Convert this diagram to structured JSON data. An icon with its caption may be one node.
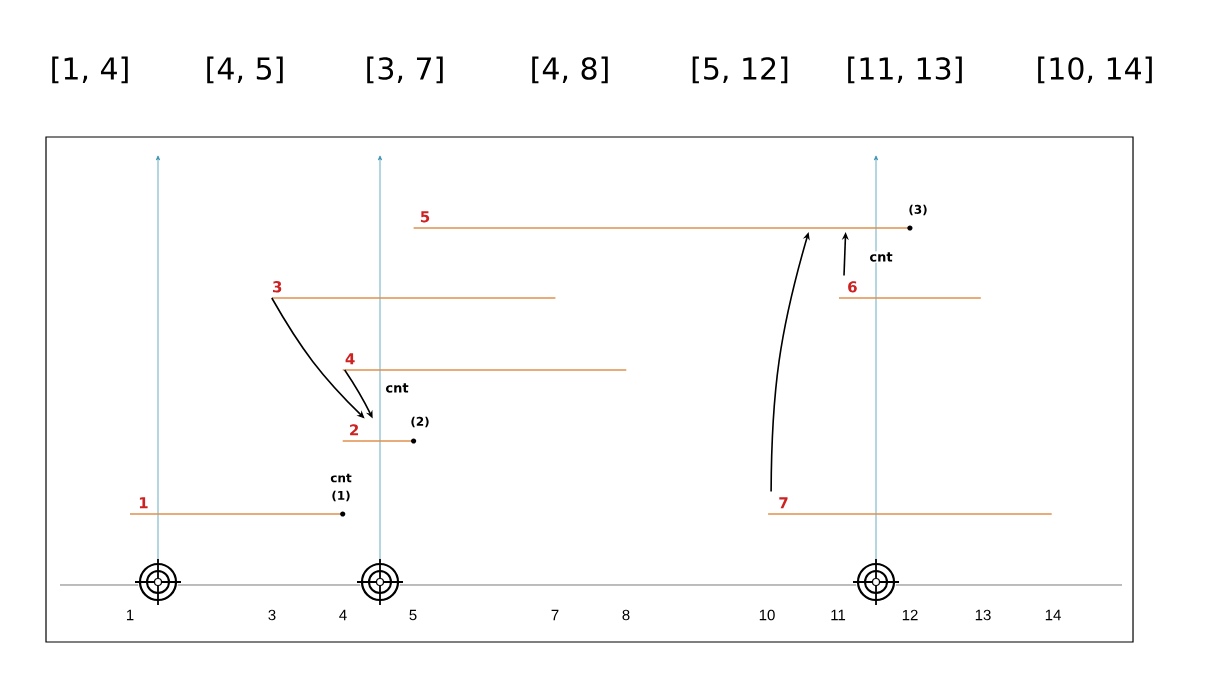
{
  "diagram": {
    "nodes": [
      {
        "text": [
          "1"
        ],
        "beside": [
          "cnt",
          "(1)"
        ]
      },
      {
        "text": [
          "2"
        ],
        "beside": [
          "(2)"
        ]
      },
      {
        "text": [
          "3"
        ]
      },
      {
        "text": [
          "4"
        ]
      },
      {
        "text": [
          "5"
        ],
        "beside": [
          "(3)"
        ]
      },
      {
        "text": [
          "6"
        ]
      },
      {
        "text": [
          "7"
        ]
      }
    ],
    "edges": [
      {
        "from": 2,
        "to": 1,
        "arrow": "to"
      },
      {
        "from": 3,
        "to": 1,
        "arrow": "to",
        "label": "cnt"
      },
      {
        "from": 6,
        "to": 4,
        "arrow": "to"
      },
      {
        "from": 5,
        "to": 4,
        "arrow": "to",
        "label": "cnt"
      }
    ],
    "labels": [
      "[1, 4]",
      "[4, 5]",
      "[3, 7]",
      "[4, 8]",
      "[5, 12]",
      "[11, 13]",
      "[10, 14]",
      "1",
      "3",
      "4",
      "5",
      "7",
      "8",
      "10",
      "11",
      "12",
      "13",
      "14"
    ]
  }
}
